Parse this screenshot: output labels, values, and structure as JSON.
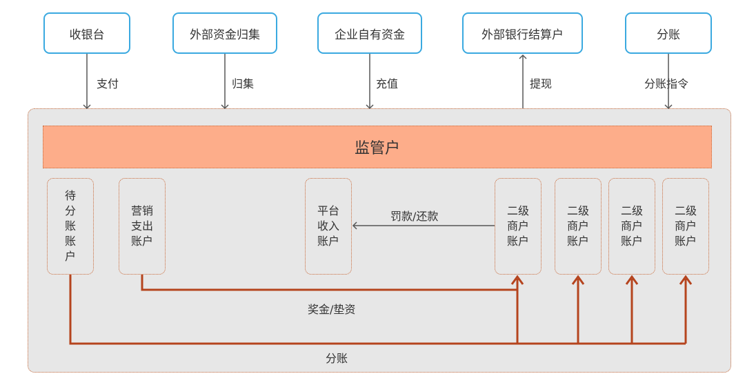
{
  "top_nodes": {
    "cashier": "收银台",
    "external_collection": "外部资金归集",
    "enterprise_funds": "企业自有资金",
    "external_bank_settlement": "外部银行结算户",
    "split": "分账"
  },
  "edges": {
    "pay": "支付",
    "collect": "归集",
    "recharge": "充值",
    "withdraw": "提现",
    "split_instruction": "分账指令",
    "penalty_repayment": "罚款/还款",
    "bonus_advance": "奖金/垫资",
    "split_bottom": "分账"
  },
  "supervisor_label": "监管户",
  "accounts": {
    "pending_split": "待\n分\n账\n账\n户",
    "marketing_expense": "营销\n支出\n账户",
    "platform_income": "平台\n收入\n账户",
    "secondary_merchant_1": "二级\n商户\n账户",
    "secondary_merchant_2": "二级\n商户\n账户",
    "secondary_merchant_3": "二级\n商户\n账户",
    "secondary_merchant_4": "二级\n商户\n账户"
  },
  "colors": {
    "top_border": "#3aa9e0",
    "container_bg": "#e7e7e7",
    "supervisor_fill": "#fdad8a",
    "dotted_border": "#c96a3a",
    "flow_line": "#b5441e",
    "arrow_gray": "#555555"
  }
}
